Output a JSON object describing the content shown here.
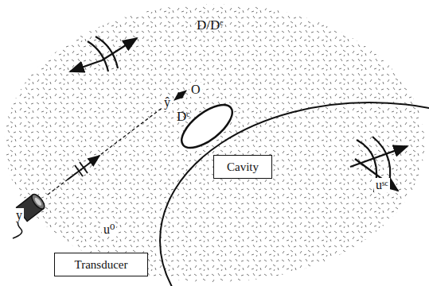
{
  "diagram": {
    "nodes": [
      {
        "text": [
          "D/Dᶜ"
        ]
      },
      {
        "text": [
          "Dᶜ"
        ],
        "in": 0
      },
      {
        "text": [
          "Cavity"
        ],
        "in": 0
      },
      {
        "text": [
          "Transducer"
        ]
      }
    ],
    "labels": [
      "O",
      "ŷ",
      "uˢᶜ",
      "y",
      "u⁰"
    ]
  }
}
